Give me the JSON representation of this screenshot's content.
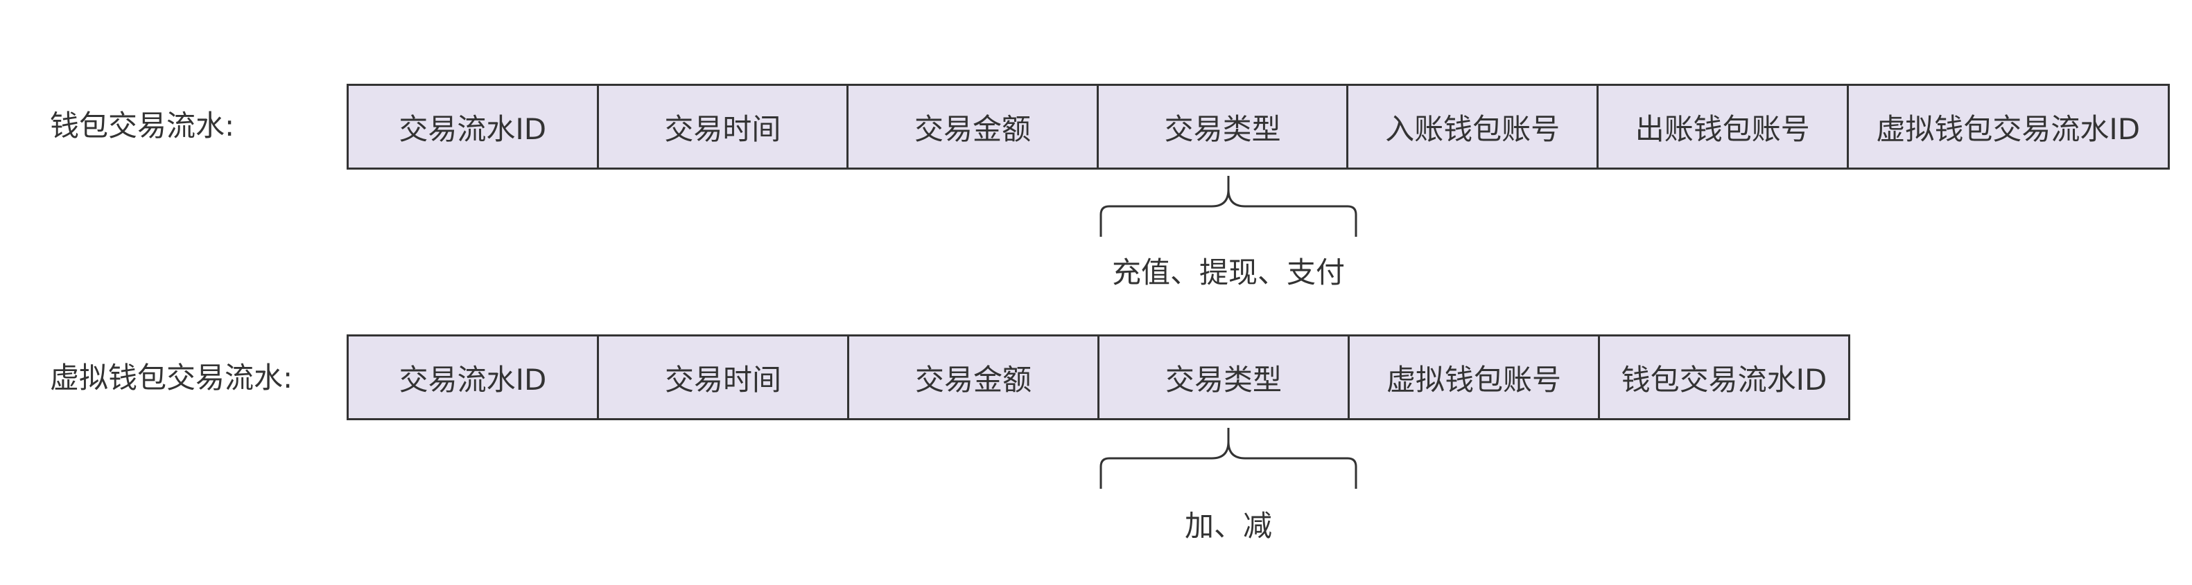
{
  "wallet_flow": {
    "label": "钱包交易流水:",
    "fields": [
      "交易流水ID",
      "交易时间",
      "交易金额",
      "交易类型",
      "入账钱包账号",
      "出账钱包账号",
      "虚拟钱包交易流水ID"
    ],
    "type_note": "充值、提现、支付"
  },
  "virtual_wallet_flow": {
    "label": "虚拟钱包交易流水:",
    "fields": [
      "交易流水ID",
      "交易时间",
      "交易金额",
      "交易类型",
      "虚拟钱包账号",
      "钱包交易流水ID"
    ],
    "type_note": "加、减"
  },
  "colors": {
    "cell_fill": "#e6e2f0",
    "border": "#333333",
    "text": "#333333"
  }
}
